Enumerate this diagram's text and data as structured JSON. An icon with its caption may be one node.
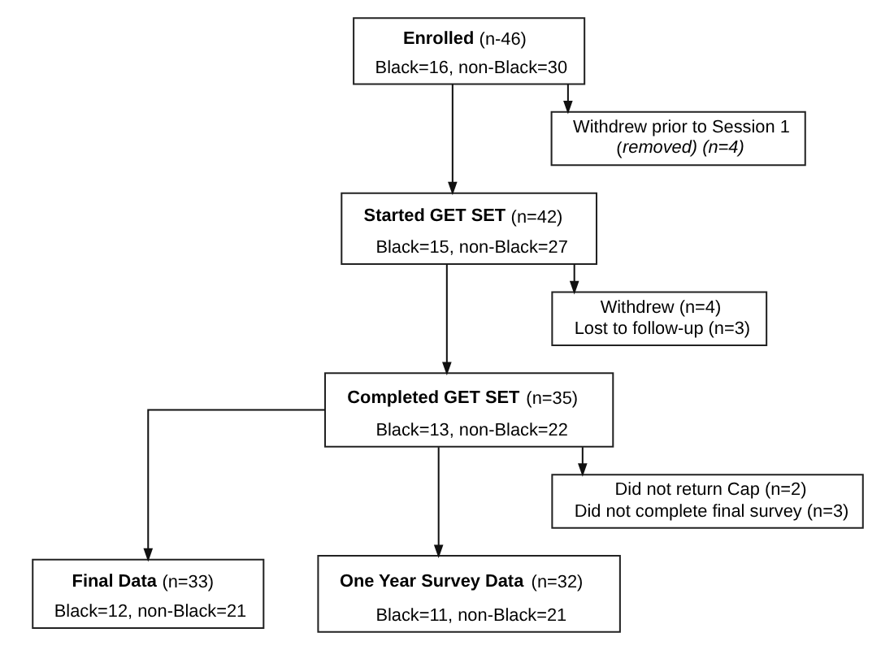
{
  "diagram": {
    "nodes": [
      {
        "text": [
          "**Enrolled** (n-46)",
          "Black=16, non-Black=30"
        ]
      },
      {
        "text": [
          "Withdrew prior to Session 1",
          "(*removed) (n=4)*"
        ]
      },
      {
        "text": [
          "**Started GET SET** (n=42)",
          "Black=15, non-Black=27"
        ]
      },
      {
        "text": [
          "Withdrew (n=4)",
          "Lost to follow-up (n=3)"
        ]
      },
      {
        "text": [
          "**Completed GET SET** (n=35)",
          "Black=13, non-Black=22"
        ]
      },
      {
        "text": [
          "Did not return Cap (n=2)",
          "Did not complete final survey (n=3)"
        ]
      },
      {
        "text": [
          "**Final Data** (n=33)",
          "Black=12, non-Black=21"
        ]
      },
      {
        "text": [
          "**One Year Survey Data** (n=32)",
          "Black=11, non-Black=21"
        ]
      }
    ],
    "edges": [
      {
        "from": 0,
        "to": 2,
        "arrow": "to"
      },
      {
        "from": 0,
        "to": 1,
        "arrow": "to"
      },
      {
        "from": 2,
        "to": 4,
        "arrow": "to"
      },
      {
        "from": 2,
        "to": 3,
        "arrow": "to"
      },
      {
        "from": 4,
        "to": 6,
        "arrow": "to"
      },
      {
        "from": 4,
        "to": 7,
        "arrow": "to"
      },
      {
        "from": 4,
        "to": 5,
        "arrow": "to"
      }
    ]
  }
}
